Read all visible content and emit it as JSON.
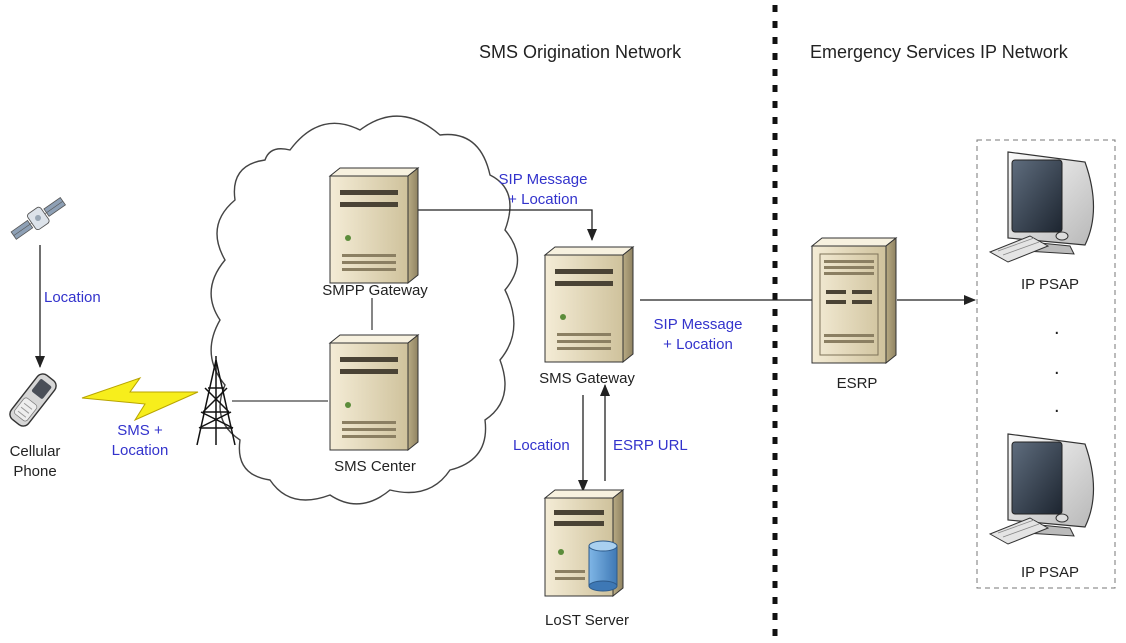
{
  "headers": {
    "left": "SMS Origination Network",
    "right": "Emergency Services IP Network"
  },
  "nodes": {
    "satellite": "",
    "phone_line1": "Cellular",
    "phone_line2": "Phone",
    "smpp": "SMPP Gateway",
    "smsc": "SMS Center",
    "sms_gateway": "SMS Gateway",
    "lost": "LoST Server",
    "esrp": "ESRP",
    "psap_top": "IP PSAP",
    "psap_bottom": "IP PSAP"
  },
  "edge_labels": {
    "location_sat": "Location",
    "sms_loc_1": "SMS +",
    "sms_loc_2": "Location",
    "sip_top_1": "SIP Message",
    "sip_top_2": "+ Location",
    "sip_mid_1": "SIP Message",
    "sip_mid_2": "+ Location",
    "location_lost": "Location",
    "esrp_url": "ESRP URL"
  },
  "ellipsis": ".",
  "colors": {
    "label_blue": "#3333cc",
    "text": "#222222",
    "server_beige": "#e9dfc2",
    "line": "#222222"
  }
}
